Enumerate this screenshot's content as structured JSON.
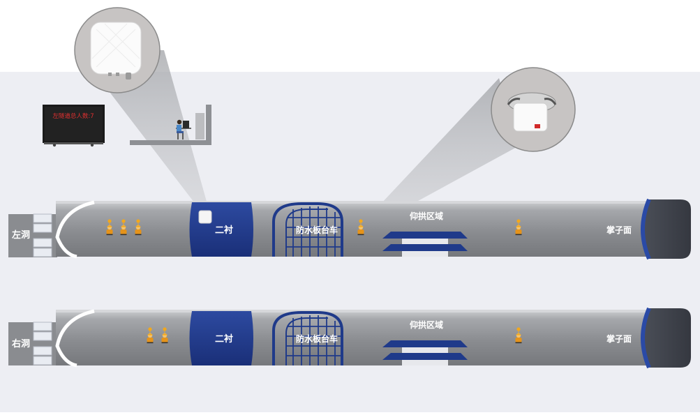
{
  "monitor": {
    "text": "左隧道总人数:7"
  },
  "colors": {
    "panel_bg": "#edeef3",
    "tube_dark": "#8c8e93",
    "tube_light": "#d2d3d6",
    "lining_blue": "#1f3a8a",
    "face_dark": "#3f434c",
    "worker": "#e09a1a"
  },
  "tunnels": [
    {
      "portal_label": "左洞",
      "lining_label": "二衬",
      "waterproof_label": "防水板台车",
      "arch_label": "仰拱区域",
      "face_label": "掌子面"
    },
    {
      "portal_label": "右洞",
      "lining_label": "二衬",
      "waterproof_label": "防水板台车",
      "arch_label": "仰拱区域",
      "face_label": "掌子面"
    }
  ]
}
